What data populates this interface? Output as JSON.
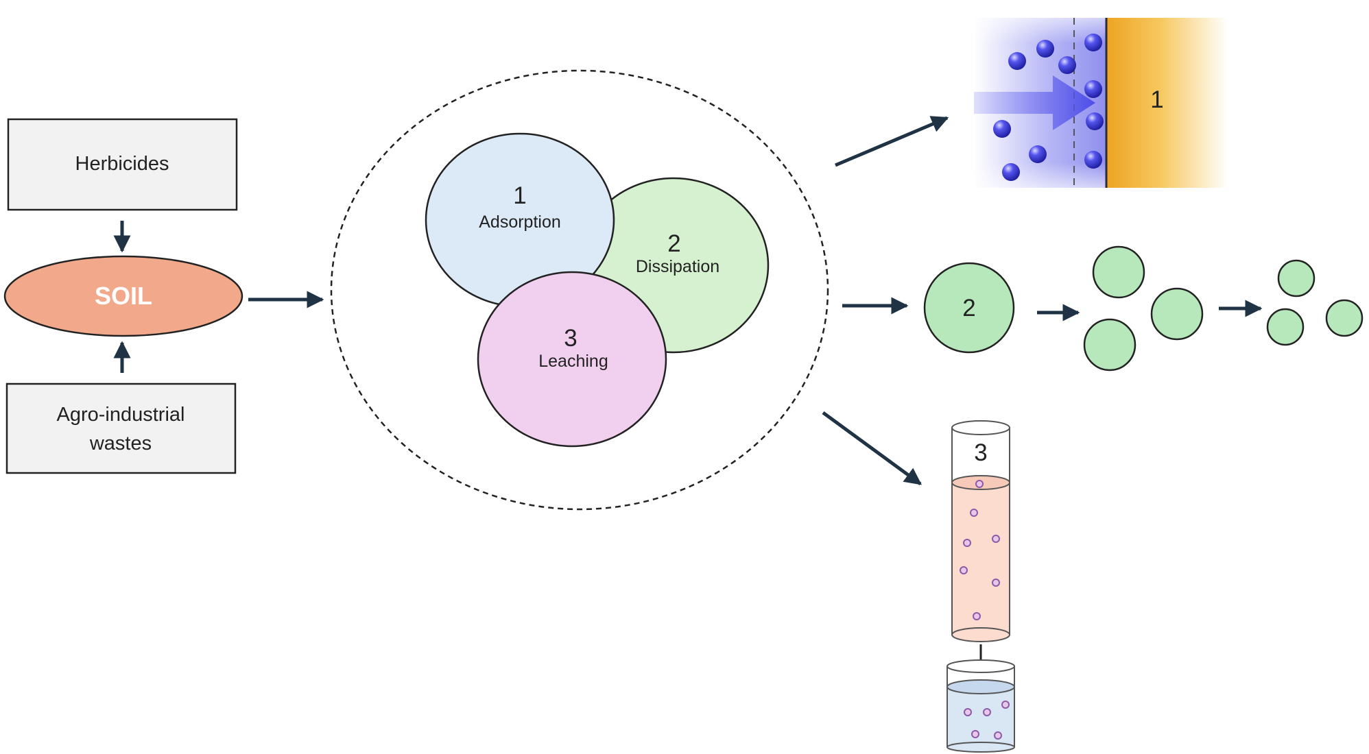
{
  "inputs": {
    "herbicides": "Herbicides",
    "soil": "SOIL",
    "wastes_line1": "Agro-industrial",
    "wastes_line2": "wastes"
  },
  "processes": [
    {
      "number": "1",
      "label": "Adsorption"
    },
    {
      "number": "2",
      "label": "Dissipation"
    },
    {
      "number": "3",
      "label": "Leaching"
    }
  ],
  "panels": {
    "adsorption_number": "1",
    "dissipation_number": "2",
    "leaching_number": "3"
  },
  "colors": {
    "adsorption": "#dce9f6",
    "dissipation": "#d6f1d0",
    "leaching": "#f1cfee",
    "soil": "#f2a98b",
    "box_fill": "#f2f2f2",
    "arrow": "#1f3344",
    "particle": "#3c3ce0",
    "surface": "#f0b020",
    "column_fill": "#fbdccf",
    "beaker_fill": "#d9e6f4",
    "dot_purple": "#a77bc0"
  }
}
